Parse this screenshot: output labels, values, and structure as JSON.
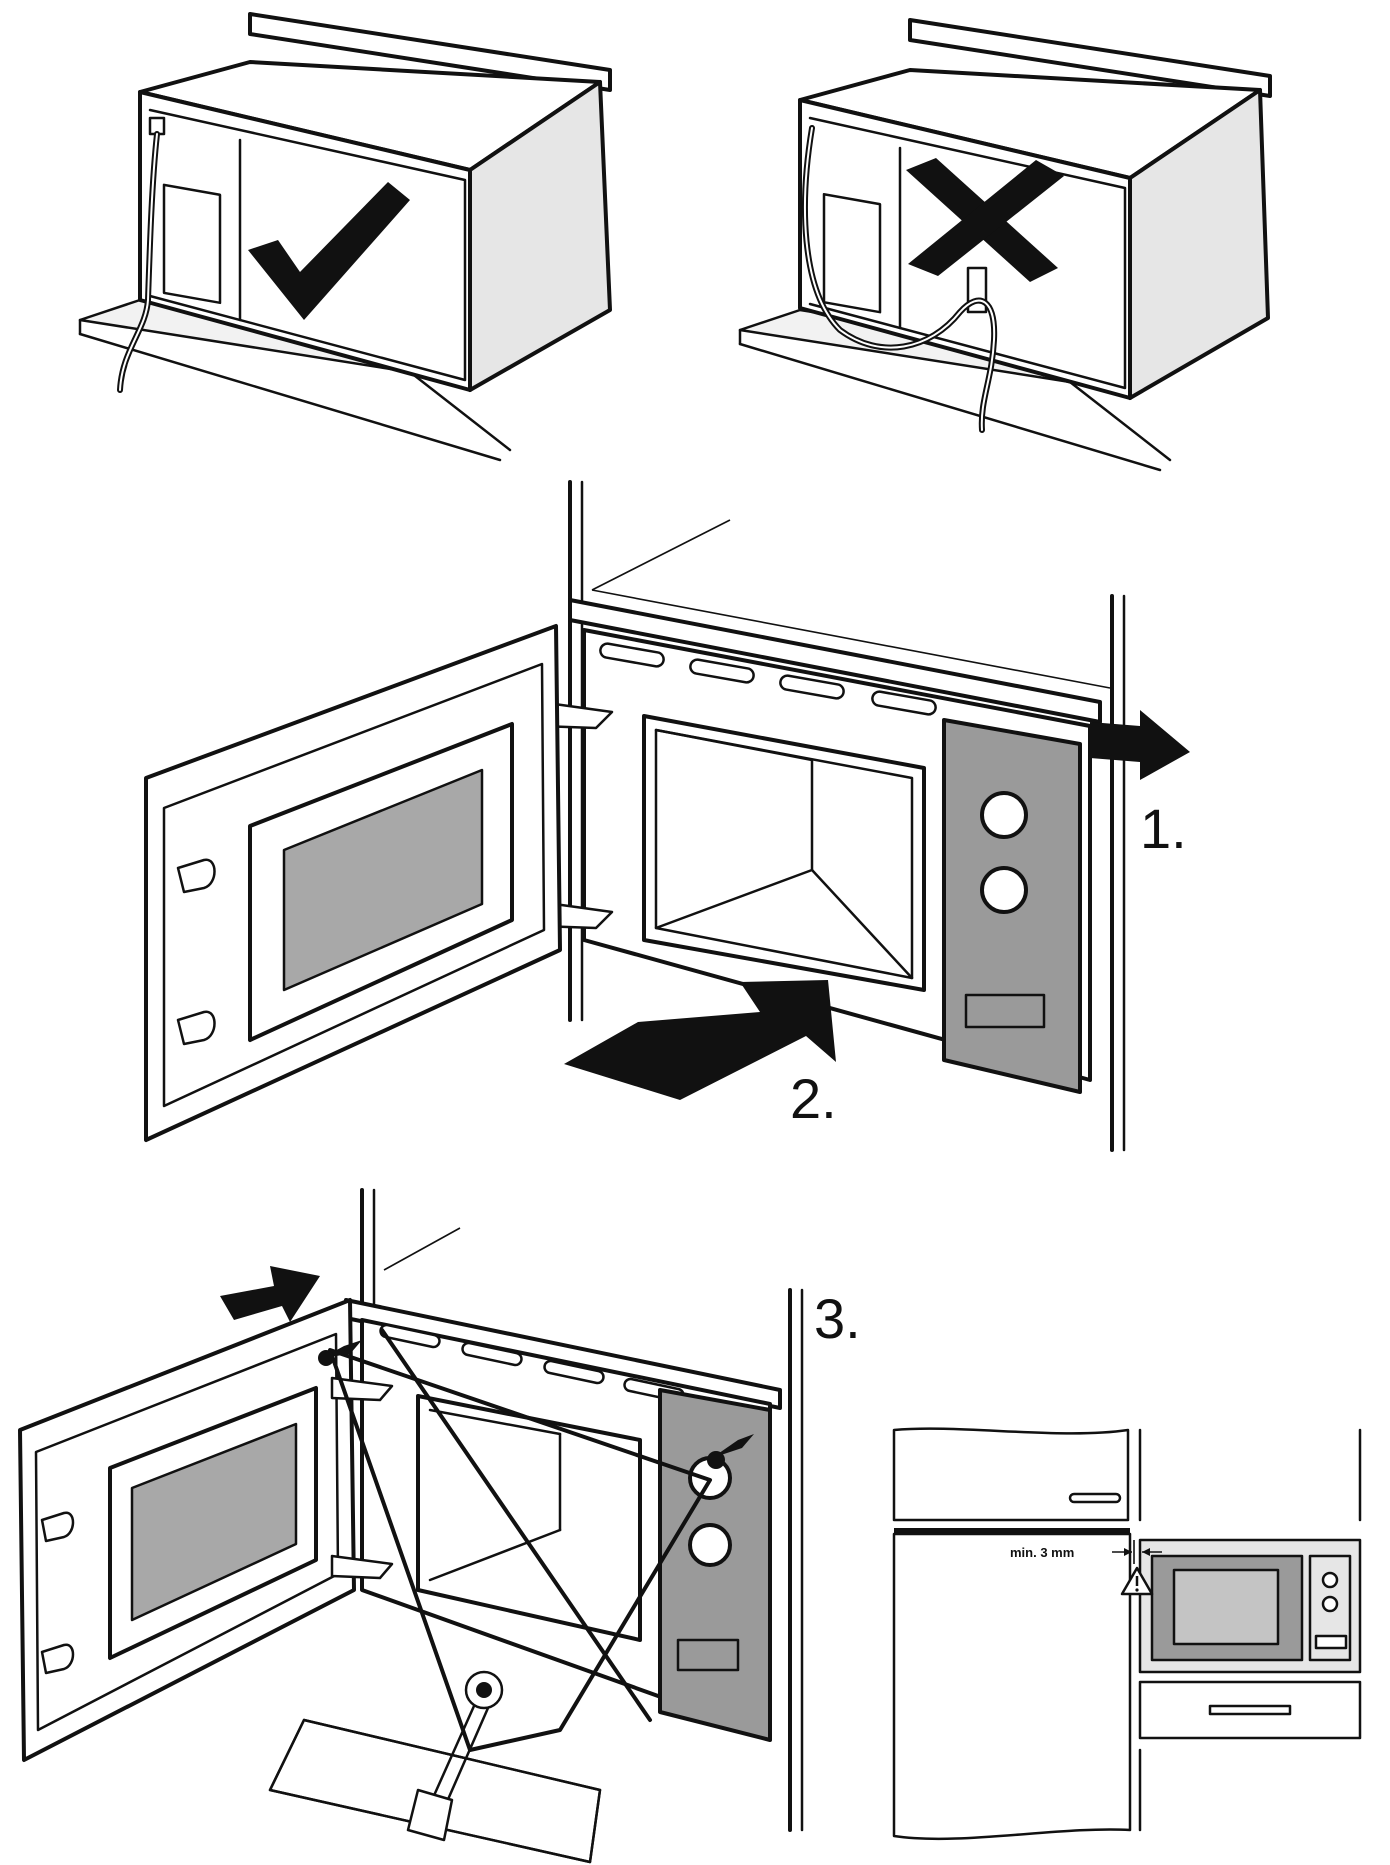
{
  "steps": {
    "step1": "1.",
    "step2": "2.",
    "step3": "3."
  },
  "gap_label": "min. 3 mm",
  "colors": {
    "line": "#111111",
    "panel_grey": "#9a9a9a",
    "window_grey": "#a8a8a8",
    "side_grey": "#e6e6e6",
    "background": "#ffffff"
  },
  "icons": [
    "check-mark-icon",
    "cross-mark-icon",
    "push-arrow-icon",
    "warning-triangle-icon",
    "screw-icon",
    "screwdriver-icon"
  ]
}
